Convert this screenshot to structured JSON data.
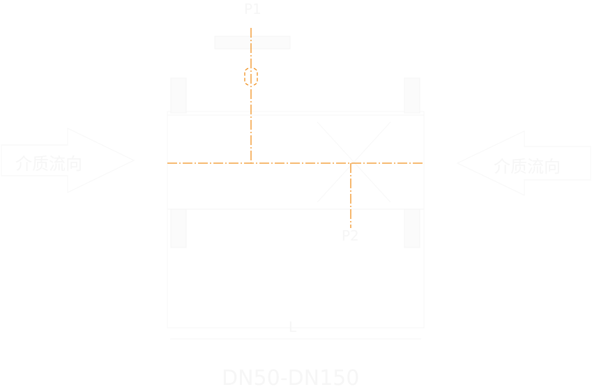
{
  "drawing": {
    "title": "Valve dimensional drawing",
    "labels": {
      "inlet_port": "P1",
      "outlet_port": "P2",
      "length_dim": "L",
      "size_range": "DN50-DN150"
    },
    "flow_arrows": {
      "left": "介质流向",
      "right": "介质流向"
    },
    "colors": {
      "centerline": "#f0901e",
      "outline": "#f6f6f6",
      "background": "#ffffff"
    }
  }
}
